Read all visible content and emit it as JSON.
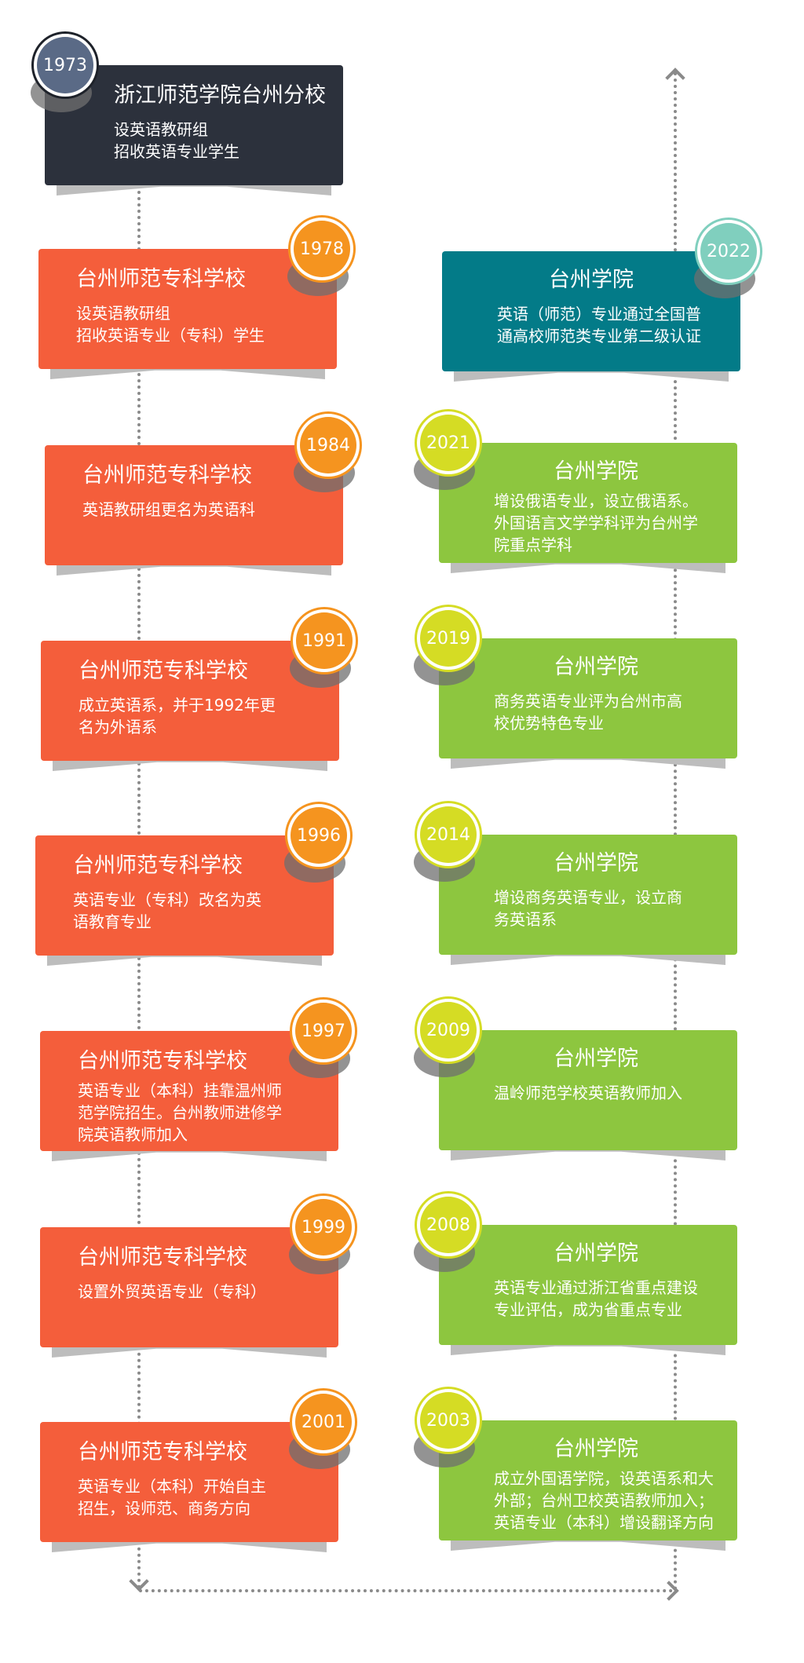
{
  "colors": {
    "dark": "#2c313c",
    "dark_circle": "#5a6a86",
    "red": "#f45e3b",
    "orange": "#f5941f",
    "teal": "#037b88",
    "teal_circle": "#80cfbe",
    "green": "#8dc63f",
    "lime": "#d5dc24"
  },
  "first": {
    "year": "1973",
    "title": "浙江师范学院台州分校",
    "lines": [
      "设英语教研组",
      "招收英语专业学生"
    ]
  },
  "left": [
    {
      "year": "1978",
      "title": "台州师范专科学校",
      "lines": [
        "设英语教研组",
        "招收英语专业（专科）学生"
      ]
    },
    {
      "year": "1984",
      "title": "台州师范专科学校",
      "lines": [
        "英语教研组更名为英语科"
      ]
    },
    {
      "year": "1991",
      "title": "台州师范专科学校",
      "lines": [
        "成立英语系，并于1992年更",
        "名为外语系"
      ]
    },
    {
      "year": "1996",
      "title": "台州师范专科学校",
      "lines": [
        "英语专业（专科）改名为英",
        "语教育专业"
      ]
    },
    {
      "year": "1997",
      "title": "台州师范专科学校",
      "lines": [
        "英语专业（本科）挂靠温州师",
        "范学院招生。台州教师进修学",
        "院英语教师加入"
      ]
    },
    {
      "year": "1999",
      "title": "台州师范专科学校",
      "lines": [
        "设置外贸英语专业（专科）"
      ]
    },
    {
      "year": "2001",
      "title": "台州师范专科学校",
      "lines": [
        "英语专业（本科）开始自主",
        "招生，设师范、商务方向"
      ]
    }
  ],
  "right": [
    {
      "year": "2022",
      "title": "台州学院",
      "lines": [
        "英语（师范）专业通过全国普",
        "通高校师范类专业第二级认证"
      ]
    },
    {
      "year": "2021",
      "title": "台州学院",
      "lines": [
        "增设俄语专业，设立俄语系。",
        "外国语言文学学科评为台州学",
        "院重点学科"
      ]
    },
    {
      "year": "2019",
      "title": "台州学院",
      "lines": [
        "商务英语专业评为台州市高",
        "校优势特色专业"
      ]
    },
    {
      "year": "2014",
      "title": "台州学院",
      "lines": [
        "增设商务英语专业，设立商",
        "务英语系"
      ]
    },
    {
      "year": "2009",
      "title": "台州学院",
      "lines": [
        "温岭师范学校英语教师加入"
      ]
    },
    {
      "year": "2008",
      "title": "台州学院",
      "lines": [
        "英语专业通过浙江省重点建设",
        "专业评估，成为省重点专业"
      ]
    },
    {
      "year": "2003",
      "title": "台州学院",
      "lines": [
        "成立外国语学院，设英语系和大",
        "外部；台州卫校英语教师加入；",
        "英语专业（本科）增设翻译方向"
      ]
    }
  ]
}
